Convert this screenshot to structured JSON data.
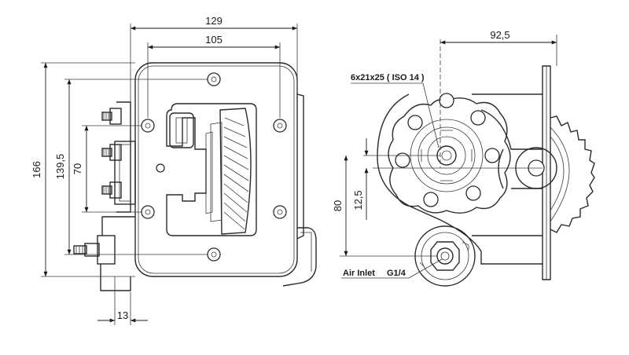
{
  "left_view": {
    "dims": {
      "width_129": "129",
      "width_105": "105",
      "height_166": "166",
      "height_139_5": "139,5",
      "height_70": "70",
      "bottom_13": "13"
    }
  },
  "right_view": {
    "dims": {
      "offset_92_5": "92,5",
      "height_80": "80",
      "height_12_5": "12,5"
    },
    "labels": {
      "spline": "6x21x25 ( ISO 14 )",
      "air_inlet": "Air Inlet",
      "thread": "G1/4"
    }
  }
}
